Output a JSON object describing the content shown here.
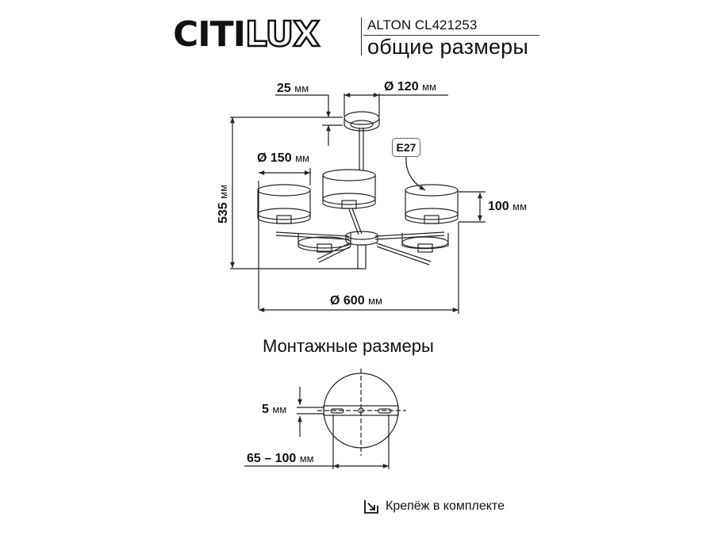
{
  "header": {
    "brand": {
      "part1": "CITI",
      "part2": "LUX"
    },
    "model": "ALTON CL421253",
    "subtitle": "общие размеры"
  },
  "dimensions": {
    "canopy_height": {
      "value": "25",
      "unit": "мм"
    },
    "canopy_diameter": {
      "symbol": "Ø",
      "value": "120",
      "unit": "мм"
    },
    "shade_diameter": {
      "symbol": "Ø",
      "value": "150",
      "unit": "мм"
    },
    "total_height": {
      "value": "535",
      "unit": "мм"
    },
    "shade_height": {
      "value": "100",
      "unit": "мм"
    },
    "total_diameter": {
      "symbol": "Ø",
      "value": "600",
      "unit": "мм"
    },
    "socket_label": "E27"
  },
  "mounting": {
    "title": "Монтажные размеры",
    "bracket_width": {
      "value": "5",
      "unit": "мм"
    },
    "hole_spacing": {
      "value": "65 – 100",
      "unit": "мм"
    }
  },
  "footer": {
    "kit_icon": "arrow-into-box-icon",
    "kit_label": "Крепёж в комплекте"
  }
}
